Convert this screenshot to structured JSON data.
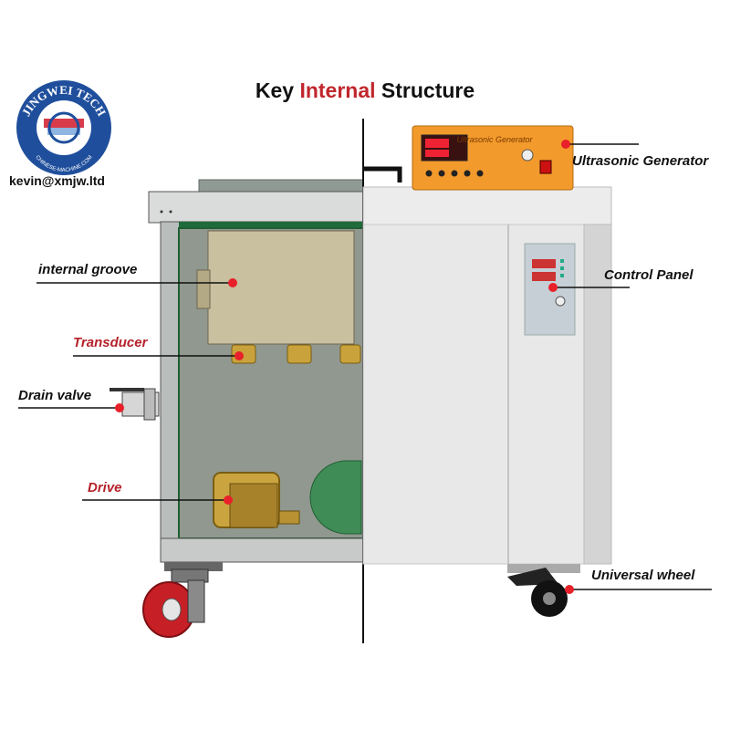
{
  "logo": {
    "brand": "JINGWEI TECH",
    "website": "CHINESE-MACHINE.COM"
  },
  "contact": {
    "email": "kevin@xmjw.ltd"
  },
  "title": {
    "prefix": "Key",
    "highlight": "Internal",
    "suffix": "Structure"
  },
  "generator_panel_text": "Ultrasonic Generator",
  "labels": {
    "internal_groove": "internal groove",
    "transducer": "Transducer",
    "drain_valve": "Drain valve",
    "drive": "Drive",
    "ultrasonic_generator": "Ultrasonic Generator",
    "control_panel": "Control Panel",
    "universal_wheel": "Universal wheel"
  },
  "colors": {
    "highlight_red": "#c0272d",
    "callout_dot": "#e8202a",
    "generator_orange": "#f39a2c",
    "logo_blue": "#1f4f9c"
  }
}
